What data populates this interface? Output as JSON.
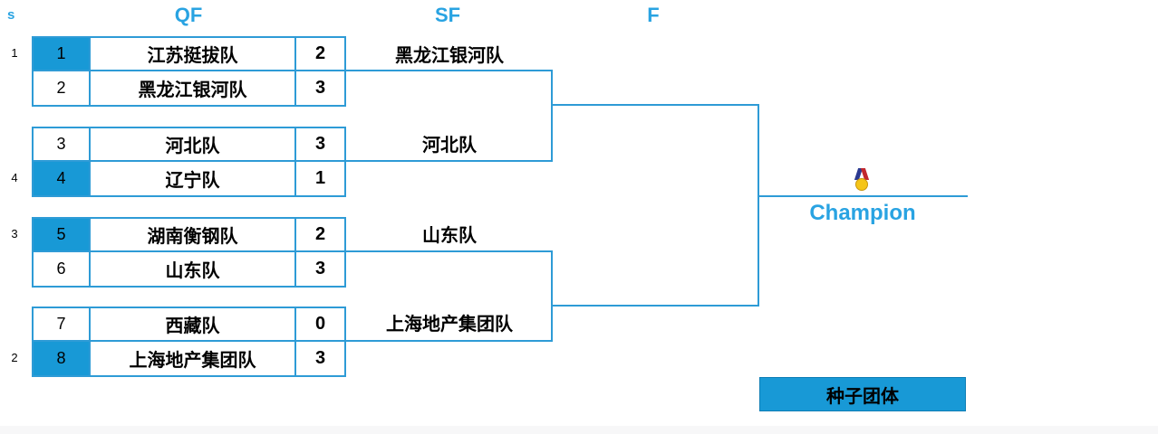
{
  "headers": {
    "seed_col": "s",
    "qf": "QF",
    "sf": "SF",
    "f": "F"
  },
  "colors": {
    "seed_fill_blue": "#1899D6",
    "line_blue": "#2E9BD6",
    "header_text_blue": "#29A3E2"
  },
  "seed_indicators": [
    {
      "value": "1"
    },
    {
      "value": "4"
    },
    {
      "value": "3"
    },
    {
      "value": "2"
    }
  ],
  "qf_matches": [
    {
      "rows": [
        {
          "seed": "1",
          "team": "江苏挺拔队",
          "score": "2",
          "seeded": true
        },
        {
          "seed": "2",
          "team": "黑龙江银河队",
          "score": "3",
          "seeded": false
        }
      ]
    },
    {
      "rows": [
        {
          "seed": "3",
          "team": "河北队",
          "score": "3",
          "seeded": false
        },
        {
          "seed": "4",
          "team": "辽宁队",
          "score": "1",
          "seeded": true
        }
      ]
    },
    {
      "rows": [
        {
          "seed": "5",
          "team": "湖南衡钢队",
          "score": "2",
          "seeded": true
        },
        {
          "seed": "6",
          "team": "山东队",
          "score": "3",
          "seeded": false
        }
      ]
    },
    {
      "rows": [
        {
          "seed": "7",
          "team": "西藏队",
          "score": "0",
          "seeded": false
        },
        {
          "seed": "8",
          "team": "上海地产集团队",
          "score": "3",
          "seeded": true
        }
      ]
    }
  ],
  "sf_slots": [
    {
      "team": "黑龙江银河队"
    },
    {
      "team": "河北队"
    },
    {
      "team": "山东队"
    },
    {
      "team": "上海地产集团队"
    }
  ],
  "final": {
    "champion_label": "Champion",
    "medal_icon": "gold-medal-icon"
  },
  "legend": {
    "label": "种子团体"
  }
}
